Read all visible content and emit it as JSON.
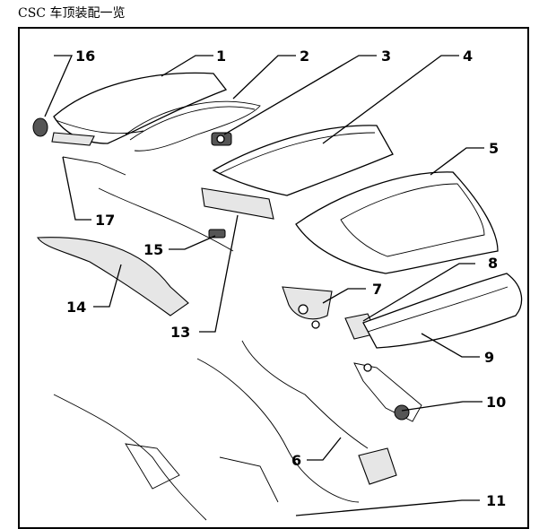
{
  "title": "CSC 车顶装配一览",
  "callouts": [
    "1",
    "2",
    "3",
    "4",
    "5",
    "6",
    "7",
    "8",
    "9",
    "10",
    "11",
    "13",
    "14",
    "15",
    "16",
    "17"
  ]
}
